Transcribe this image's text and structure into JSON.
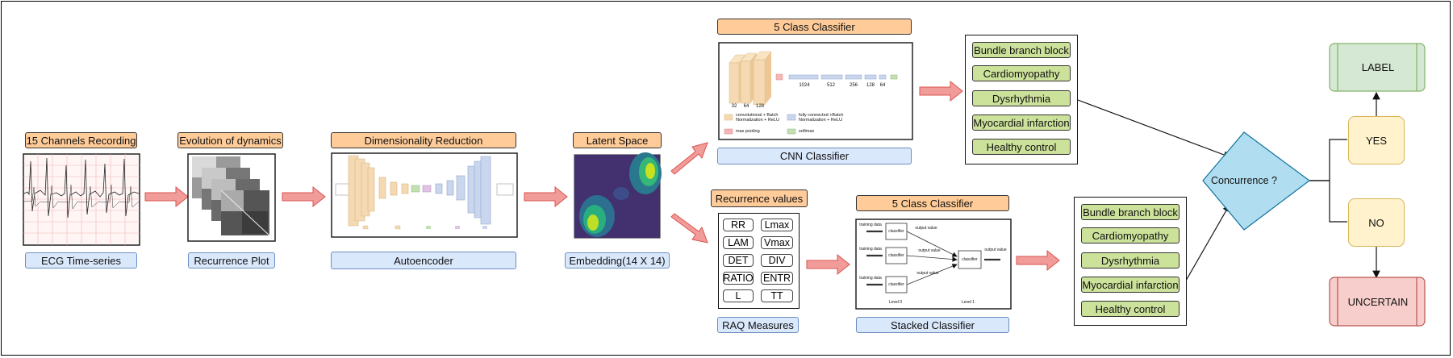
{
  "input": {
    "title": "15 Channels Recording",
    "caption": "ECG Time-series"
  },
  "recurrence": {
    "title": "Evolution of dynamics",
    "caption": "Recurrence Plot"
  },
  "dimred": {
    "title": "Dimensionality Reduction",
    "caption": "Autoencoder"
  },
  "latent": {
    "title": "Latent Space",
    "caption": "Embedding(14 X 14)"
  },
  "cnn": {
    "title": "5 Class Classifier",
    "caption": "CNN Classifier",
    "dims": [
      "32",
      "64",
      "128",
      "1024",
      "512",
      "256",
      "128",
      "64"
    ],
    "legend": [
      "convolutional + Batch Normalization + ReLU",
      "fully connected +Batch Normalization + ReLU",
      "max pooling",
      "softmax"
    ]
  },
  "raq": {
    "title": "Recurrence values",
    "caption": "RAQ Measures",
    "measures": [
      "RR",
      "Lmax",
      "LAM",
      "Vmax",
      "DET",
      "DIV",
      "RATIO",
      "ENTR",
      "L",
      "TT"
    ]
  },
  "stacked": {
    "title": "5 Class Classifier",
    "caption": "Stacked Classifier",
    "labels": {
      "training": "training data",
      "classifier": "classifier",
      "output": "output value",
      "level0": "Level 0",
      "level1": "Level 1"
    }
  },
  "classes_top": [
    "Bundle branch block",
    "Cardiomyopathy",
    "Dysrhythmia",
    "Myocardial infarction",
    "Healthy control"
  ],
  "classes_bottom": [
    "Bundle branch block",
    "Cardiomyopathy",
    "Dysrhythmia",
    "Myocardial infarction",
    "Healthy control"
  ],
  "decision": {
    "question": "Concurrence ?",
    "yes": "YES",
    "no": "NO",
    "label": "LABEL",
    "uncertain": "UNCERTAIN"
  },
  "colors": {
    "orange": "#ffcc99",
    "blue": "#dae8fc",
    "green": "#cce19a",
    "decision": "#b1ddf0",
    "yes_no": "#fff2cc",
    "label": "#d5e8d4",
    "uncertain": "#f8cecc",
    "arrow": "#ea6b66"
  }
}
